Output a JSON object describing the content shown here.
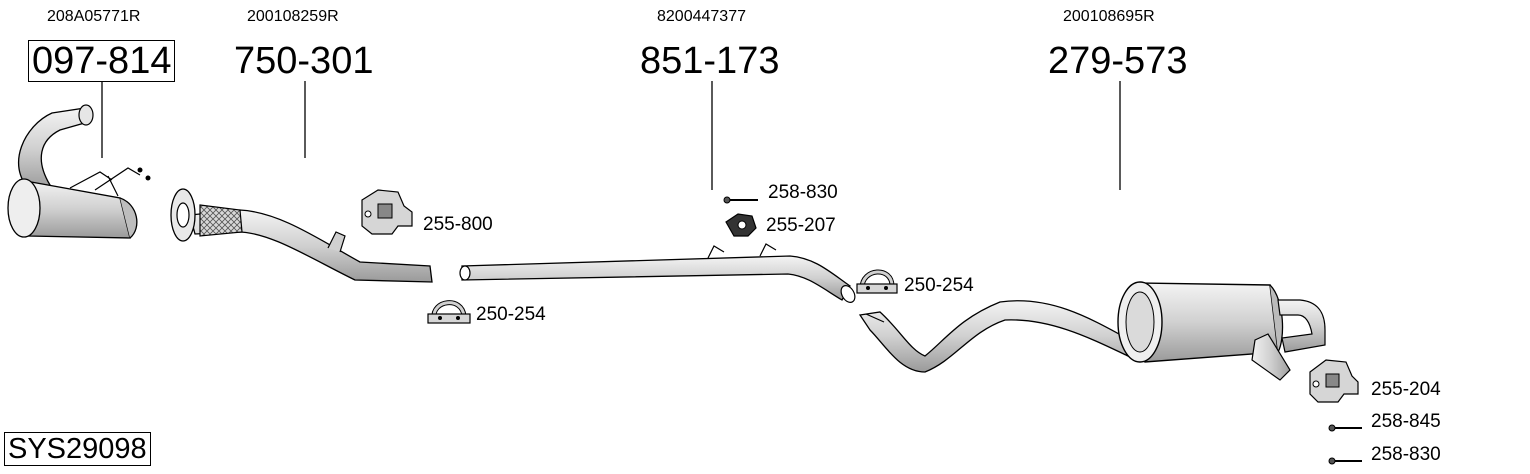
{
  "assemblies": [
    {
      "oem": "208A05771R",
      "part": "097-814"
    },
    {
      "oem": "200108259R",
      "part": "750-301"
    },
    {
      "oem": "8200447377",
      "part": "851-173"
    },
    {
      "oem": "200108695R",
      "part": "279-573"
    }
  ],
  "components": {
    "bracket_1": "255-800",
    "clamp_1": "250-254",
    "bolt_1": "258-830",
    "bracket_2": "255-207",
    "clamp_2": "250-254",
    "bracket_3": "255-204",
    "bolt_2": "258-845",
    "bolt_3": "258-830"
  },
  "system_code": "SYS29098"
}
